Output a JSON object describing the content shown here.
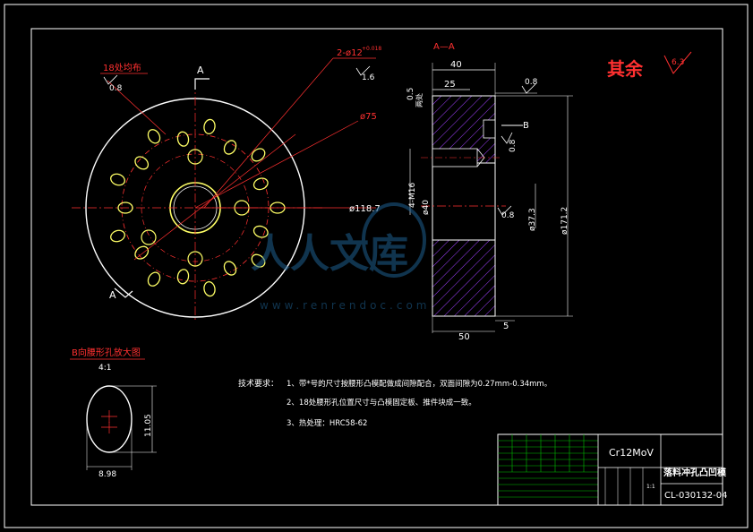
{
  "drawing": {
    "leader_labels": {
      "hole_group_top": "18处均布",
      "roughness_top_left": "0.8",
      "holes_2x": "2-ø12",
      "holes_2x_tol": "+0.018",
      "roughness_holes": "1.6",
      "dia_75": "ø75",
      "dia_118": "ø118.7",
      "section_a_top": "A",
      "section_a_bottom": "A",
      "view_b_marker": "B"
    },
    "section": {
      "title": "A—A",
      "dim_40": "40",
      "dim_25": "25",
      "dim_05": "0.5",
      "dim_05_note": "两处",
      "rough_top": "0.8",
      "rough_mid": "0.8",
      "rough_in": "0.8",
      "thread": "4-M16",
      "dia_40": "ø40",
      "dia_37": "ø37.3",
      "dia_171": "ø171.2",
      "dim_50": "50",
      "dim_5": "5",
      "b_marker": "B"
    },
    "remaining": {
      "text": "其余",
      "value": "6.3"
    },
    "detail_view": {
      "title": "B向腰形孔放大图",
      "scale": "4:1",
      "height_dim": "11.05",
      "width_dim": "8.98"
    },
    "tech_notes": {
      "heading": "技术要求：",
      "items": [
        "1、带*号的尺寸按腰形凸模配做成间隙配合，双面间隙为0.27mm-0.34mm。",
        "2、18处腰形孔位置尺寸与凸模固定板、推件块成一致。",
        "3、热处理：HRC58-62"
      ]
    },
    "title_block": {
      "material": "Cr12MoV",
      "part_name": "落料冲孔凸凹模",
      "drawing_no": "CL-030132-04",
      "scale_value": "1:1"
    },
    "watermark": {
      "text": "www.renrendoc.com",
      "logo": "人人文库"
    }
  },
  "colors": {
    "background": "#000000",
    "frame": "#ffffff",
    "centerline": "#ff3030",
    "dimension": "#ffffff",
    "highlight_holes": "#ffff66",
    "hatch": "#a040ff",
    "grid": "#00c000",
    "watermark": "#1e5f8f"
  }
}
